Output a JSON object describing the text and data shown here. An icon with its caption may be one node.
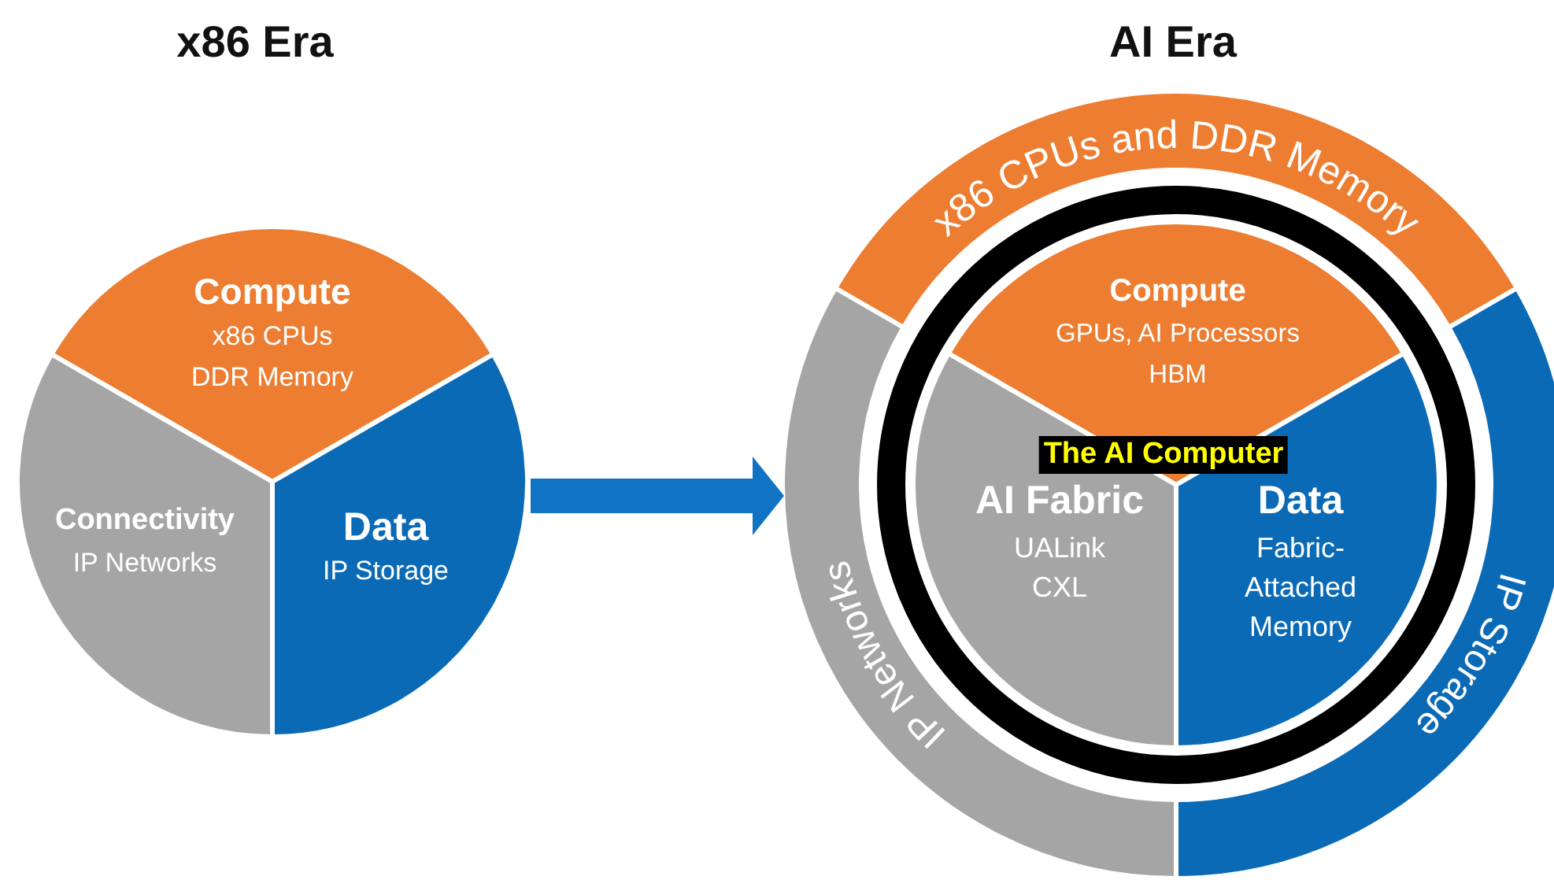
{
  "diagram": {
    "nodes": [
      {
        "text": [
          "x86 Era"
        ]
      },
      {
        "text": [
          "Compute",
          "x86 CPUs DDR Memory"
        ],
        "in": 0
      },
      {
        "text": [
          "Connectivity",
          "IP Networks"
        ],
        "in": 0
      },
      {
        "text": [
          "Data",
          "IP Storage"
        ],
        "in": 0
      },
      {
        "text": [
          "AI Era"
        ]
      },
      {
        "text": [
          "x86 CPUs and DDR Memory"
        ],
        "in": 4
      },
      {
        "text": [
          "IP Networks"
        ],
        "in": 4
      },
      {
        "text": [
          "IP Storage"
        ],
        "in": 4
      },
      {
        "text": [],
        "shape": "circle",
        "in": 4
      },
      {
        "text": [
          "Compute",
          "GPUs, AI Processors HBM"
        ],
        "in": 8
      },
      {
        "text": [
          "AI Fabric",
          "UALink CXL"
        ],
        "in": 8
      },
      {
        "text": [
          "Data",
          "Fabric- Attached Memory"
        ],
        "in": 8
      }
    ],
    "edges": [
      {
        "from": 0,
        "to": 4,
        "arrow": "to"
      }
    ],
    "labels": [
      "The AI Computer"
    ]
  }
}
